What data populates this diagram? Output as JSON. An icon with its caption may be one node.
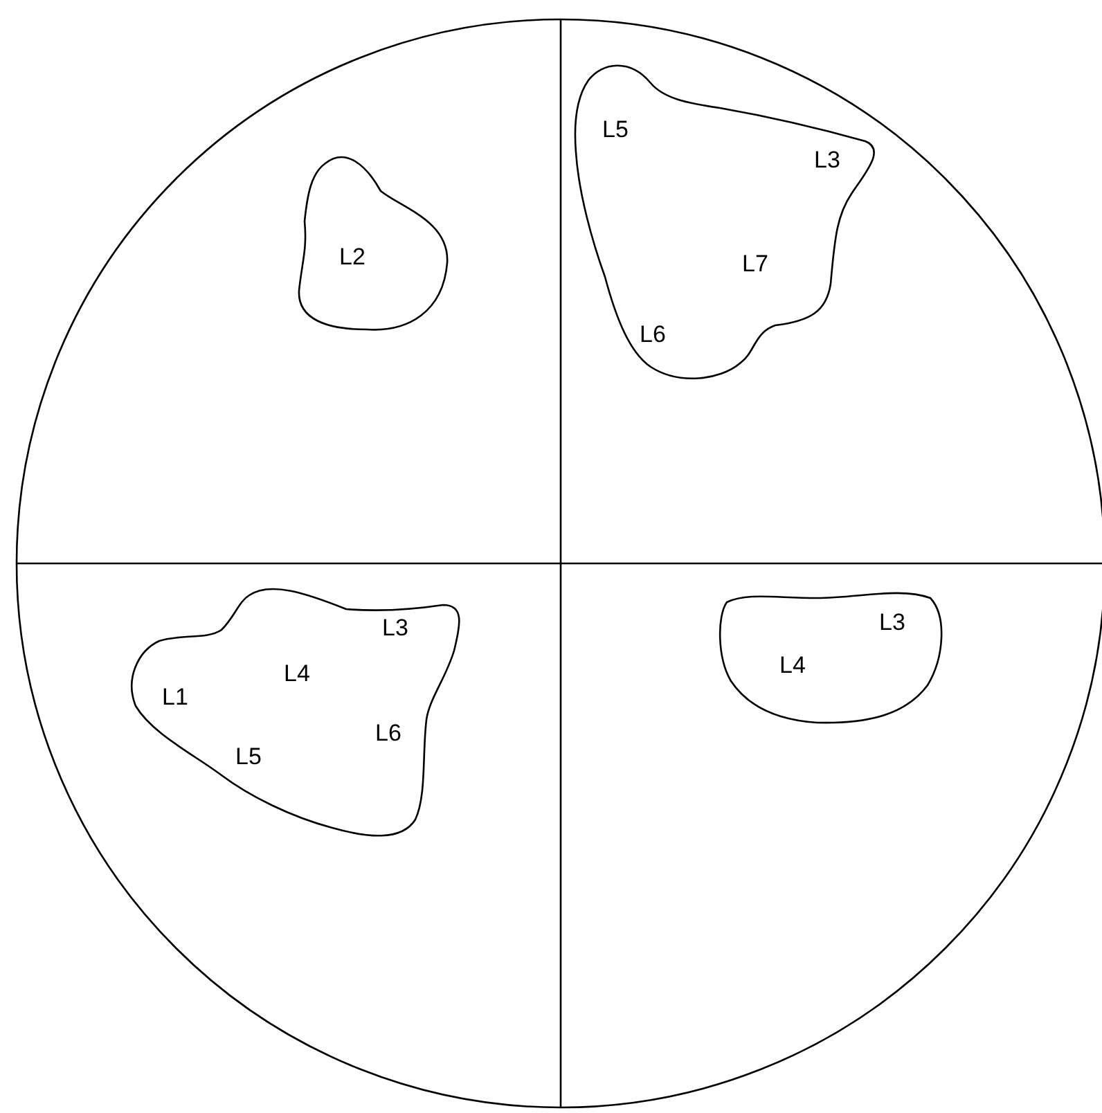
{
  "diagram": {
    "nodes": [
      {
        "text": [],
        "shape": "circle"
      },
      {
        "text": [
          "L2"
        ],
        "in": 0
      },
      {
        "text": [
          "L5",
          "L3",
          "L7",
          "L6"
        ],
        "in": 0
      },
      {
        "text": [
          "L3",
          "L4",
          "L1",
          "L6",
          "L5"
        ],
        "in": 0
      },
      {
        "text": [
          "L3",
          "L4"
        ],
        "in": 0
      }
    ],
    "edges": []
  }
}
